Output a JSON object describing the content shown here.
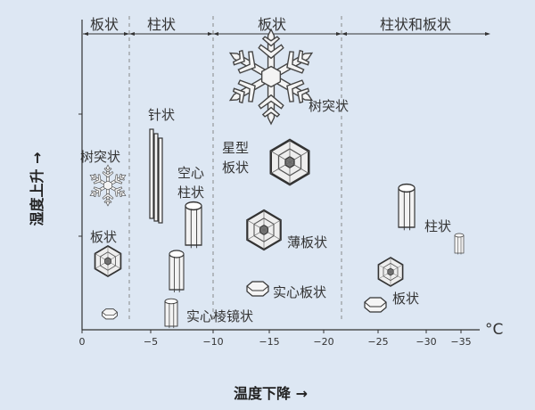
{
  "regions": [
    "板状",
    "柱状",
    "板状",
    "柱状和板状"
  ],
  "x_axis": {
    "title": "温度下降 →",
    "unit": "°C",
    "ticks": [
      "0",
      "−5",
      "−10",
      "−15",
      "−20",
      "−25",
      "−30",
      "−35"
    ]
  },
  "y_axis": {
    "title": "湿度上升 →"
  },
  "crystal_labels": {
    "dendrite_top": "树突状",
    "needle": "针状",
    "dendrite_left": "树突状",
    "hollow_column": "空心\n柱状",
    "stellar_plate": "星型\n板状",
    "plate_left": "板状",
    "thin_plate": "薄板状",
    "column_right": "柱状",
    "solid_plate": "实心板状",
    "plate_right": "板状",
    "solid_prism": "实心棱镜状"
  },
  "colors": {
    "background": "#dde7f3",
    "axis": "#333333"
  }
}
